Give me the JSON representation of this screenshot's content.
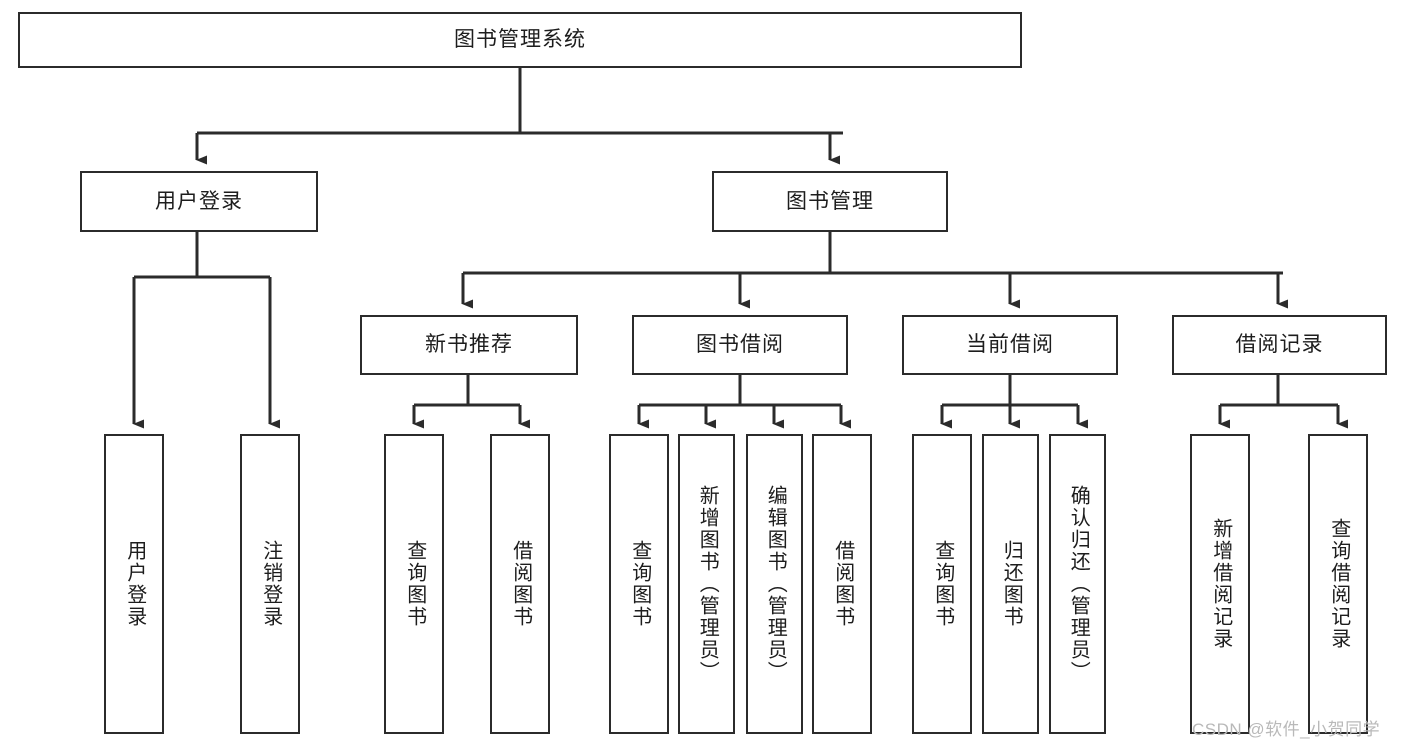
{
  "diagram": {
    "title": "图书管理系统",
    "type": "tree-hierarchy",
    "watermark": "CSDN @软件_小贺同学",
    "colors": {
      "stroke": "#2b2b2b",
      "background": "#ffffff",
      "text": "#1d1d1d",
      "watermark": "#b9b9b9"
    },
    "root": {
      "label": "图书管理系统"
    },
    "level2": [
      {
        "label": "用户登录"
      },
      {
        "label": "图书管理"
      }
    ],
    "level3": [
      {
        "label": "新书推荐"
      },
      {
        "label": "图书借阅"
      },
      {
        "label": "当前借阅"
      },
      {
        "label": "借阅记录"
      }
    ],
    "leaves": {
      "user_login": [
        {
          "label": "用户登录"
        },
        {
          "label": "注销登录"
        }
      ],
      "new_book": [
        {
          "label": "查询图书"
        },
        {
          "label": "借阅图书"
        }
      ],
      "book_borrow": [
        {
          "label": "查询图书"
        },
        {
          "label": "新增图书（管理员）"
        },
        {
          "label": "编辑图书（管理员）"
        },
        {
          "label": "借阅图书"
        }
      ],
      "current_borrow": [
        {
          "label": "查询图书"
        },
        {
          "label": "归还图书"
        },
        {
          "label": "确认归还（管理员）"
        }
      ],
      "borrow_record": [
        {
          "label": "新增借阅记录"
        },
        {
          "label": "查询借阅记录"
        }
      ]
    }
  }
}
